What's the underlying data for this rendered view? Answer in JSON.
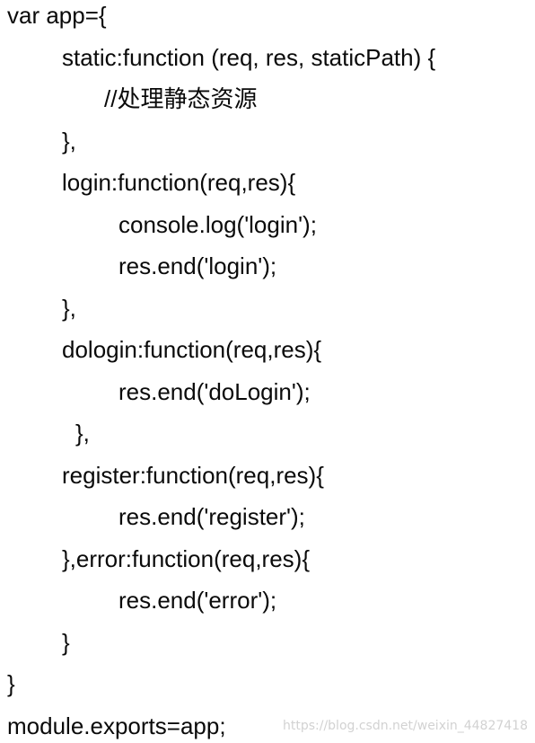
{
  "code": {
    "lines": [
      "var app={",
      "static:function (req, res, staticPath) {",
      "//处理静态资源",
      "},",
      "login:function(req,res){",
      "console.log('login');",
      "res.end('login');",
      "},",
      "dologin:function(req,res){",
      "res.end('doLogin');",
      "},",
      "register:function(req,res){",
      "res.end('register');",
      "},error:function(req,res){",
      "res.end('error');",
      "}",
      "}",
      "module.exports=app;"
    ]
  },
  "watermark": {
    "text": "https://blog.csdn.net/weixin_44827418"
  },
  "colors": {
    "text": "#0a0a0a",
    "background": "#ffffff",
    "watermark": "#d2d2d2"
  }
}
